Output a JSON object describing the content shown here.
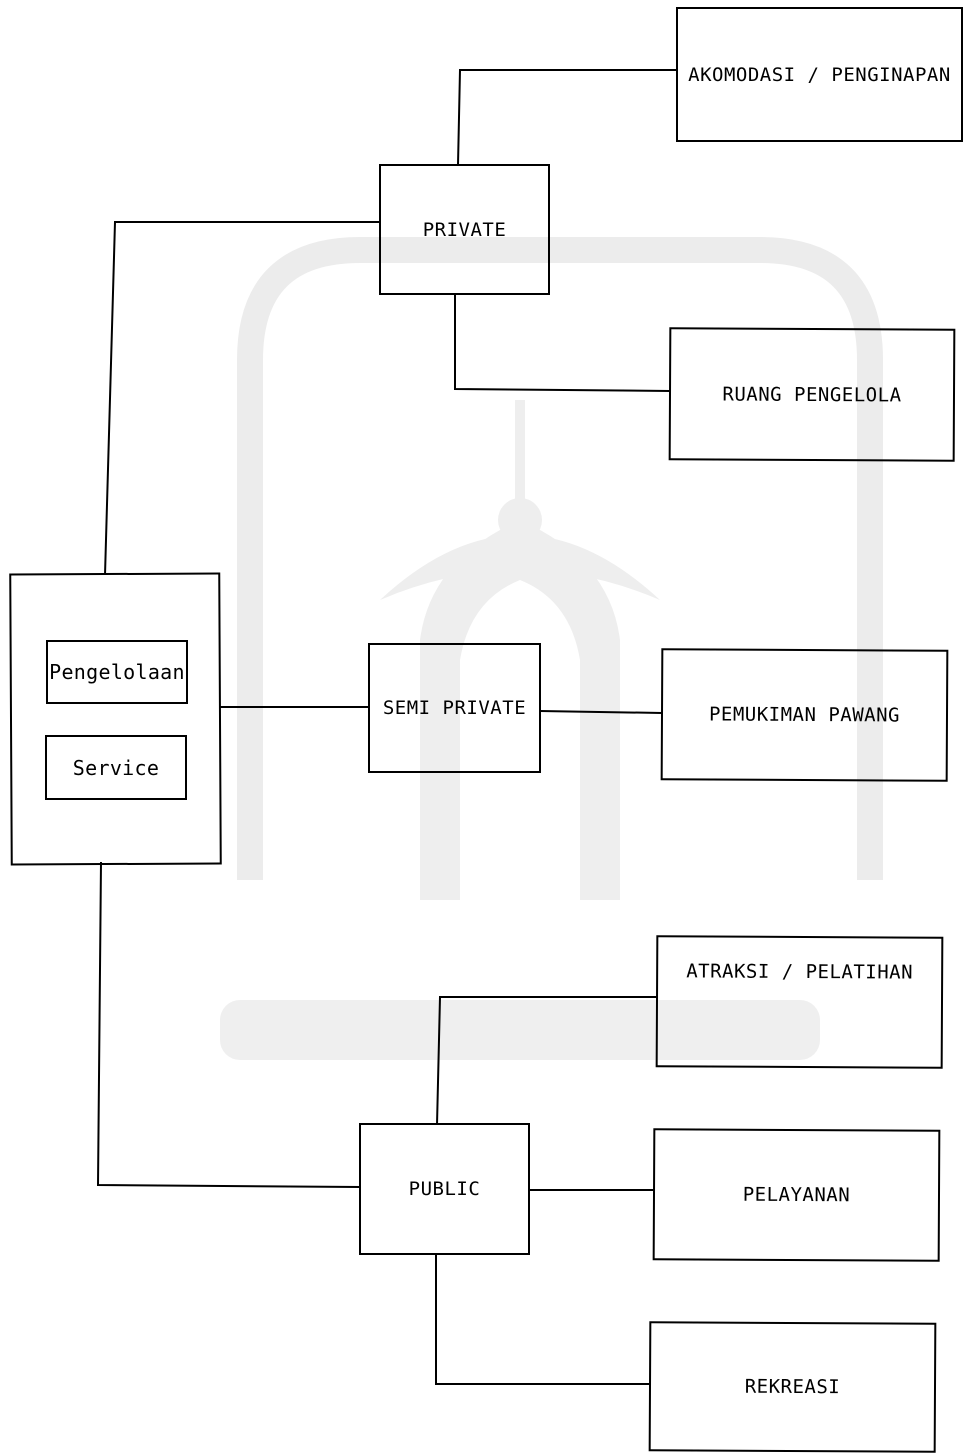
{
  "diagram": {
    "root": {
      "items": [
        "Pengelolaan",
        "Service"
      ]
    },
    "zones": {
      "private": "PRIVATE",
      "semi_private": "SEMI PRIVATE",
      "public": "PUBLIC"
    },
    "spaces": {
      "akomodasi": "AKOMODASI / PENGINAPAN",
      "ruang_pengelola": "RUANG PENGELOLA",
      "pemukiman_pawang": "PEMUKIMAN PAWANG",
      "atraksi": "ATRAKSI / PELATIHAN",
      "pelayanan": "PELAYANAN",
      "rekreasi": "REKREASI"
    },
    "colors": {
      "line": "#000000",
      "watermark": "#e6e6e6"
    }
  }
}
